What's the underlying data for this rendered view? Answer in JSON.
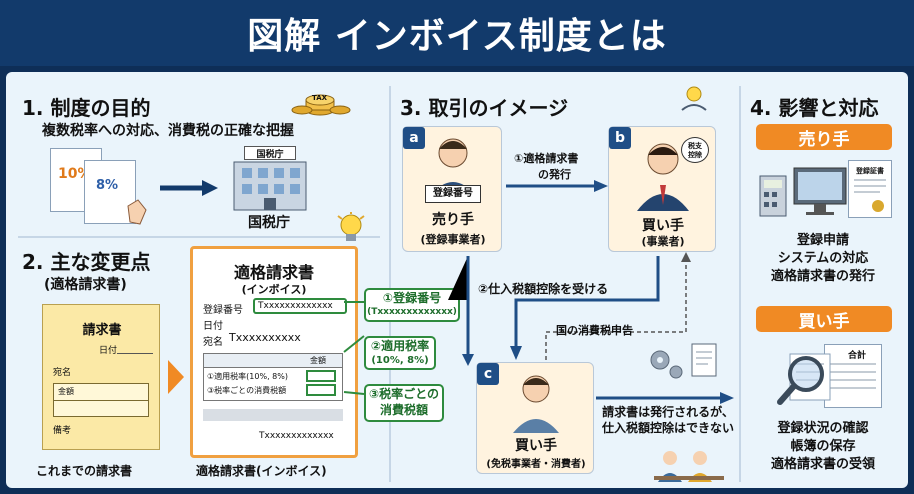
{
  "title": "図解 インボイス制度とは",
  "section1": {
    "heading": "1. 制度の目的",
    "subtitle": "複数税率への対応、消費税の正確な把握",
    "doc_rate_a": "10%",
    "doc_rate_b": "8%",
    "building_sign": "国税庁",
    "building_label": "国税庁",
    "tax_coin": "TAX"
  },
  "section2": {
    "heading": "2. 主な変更点",
    "heading_sub": "(適格請求書)",
    "old_invoice": {
      "title": "請求書",
      "date_label": "日付",
      "addressee": "宛名",
      "amount": "金額",
      "remarks": "備考",
      "caption": "これまでの請求書"
    },
    "new_invoice": {
      "title": "適格請求書",
      "title_sub": "(インボイス)",
      "reg_label": "登録番号",
      "reg_value": "Txxxxxxxxxxxxx",
      "date_label": "日付",
      "addressee_label": "宛名",
      "addressee_value": "Txxxxxxxxxx",
      "amount_header": "金額",
      "row1": "①適用税率(10%, 8%)",
      "row2": "③税率ごとの消費税額",
      "footer_value": "Txxxxxxxxxxxxx",
      "caption": "適格請求書(インボイス)"
    },
    "callouts": [
      {
        "line1": "①登録番号",
        "line2": "(Txxxxxxxxxxxxx)"
      },
      {
        "line1": "②適用税率",
        "line2": "(10%, 8%)"
      },
      {
        "line1": "③税率ごとの",
        "line2": "消費税額"
      }
    ]
  },
  "section3": {
    "heading": "3. 取引のイメージ",
    "party_a": {
      "letter": "a",
      "badge": "登録番号",
      "name": "売り手",
      "sub": "(登録事業者)"
    },
    "party_b": {
      "letter": "b",
      "bubble": "税支\n控除",
      "name": "買い手",
      "sub": "(事業者)"
    },
    "party_c": {
      "letter": "c",
      "name": "買い手",
      "sub": "(免税事業者・消費者)"
    },
    "arrow1_line1": "①適格請求書",
    "arrow1_line2": "の発行",
    "arrow2": "②仕入税額控除を受ける",
    "arrow3": "国の消費税申告",
    "note_line1": "請求書は発行されるが、",
    "note_line2": "仕入税額控除はできない"
  },
  "section4": {
    "heading": "4. 影響と対応",
    "seller_badge": "売り手",
    "seller_items": [
      "登録申請",
      "システムの対応",
      "適格請求書の発行"
    ],
    "cert_label": "登録証書",
    "buyer_badge": "買い手",
    "buyer_items": [
      "登録状況の確認",
      "帳簿の保存",
      "適格請求書の受領"
    ],
    "ledger_label": "合計"
  },
  "colors": {
    "navy": "#123a6b",
    "orange": "#f08a24",
    "green": "#2e8b3e",
    "panel": "#eaf4fb"
  }
}
